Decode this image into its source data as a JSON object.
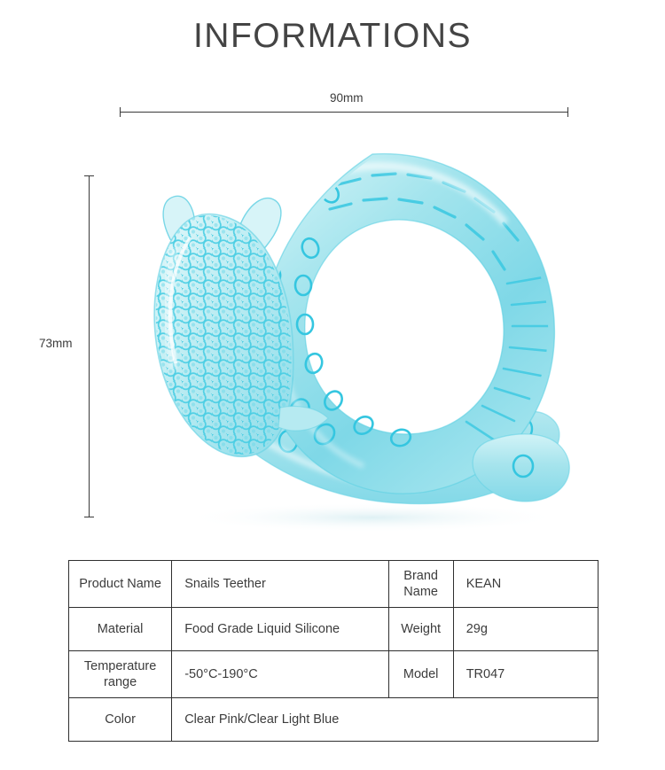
{
  "header": {
    "title": "INFORMATIONS"
  },
  "dimensions": {
    "width_label": "90mm",
    "height_label": "73mm"
  },
  "product": {
    "name": "Snails Teether",
    "shape": "snail-teether",
    "colors": {
      "body_light": "#c3eef2",
      "body_mid": "#a2e3ec",
      "body_deep": "#6fd4e4",
      "accent": "#35c6e0",
      "outline": "#3fc9e2",
      "highlight": "#ffffff",
      "shadow": "#e9f7fa"
    }
  },
  "spec_table": {
    "columns": [
      "key1",
      "value1",
      "key2",
      "value2"
    ],
    "rows": [
      {
        "key1": "Product Name",
        "value1": "Snails Teether",
        "key2": "Brand Name",
        "value2": "KEAN"
      },
      {
        "key1": "Material",
        "value1": "Food Grade Liquid Silicone",
        "key2": "Weight",
        "value2": "29g"
      },
      {
        "key1": "Temperature range",
        "value1": "-50°C-190°C",
        "key2": "Model",
        "value2": "TR047"
      },
      {
        "key1": "Color",
        "value1": "Clear Pink/Clear Light Blue",
        "key2": "",
        "value2": ""
      }
    ]
  }
}
